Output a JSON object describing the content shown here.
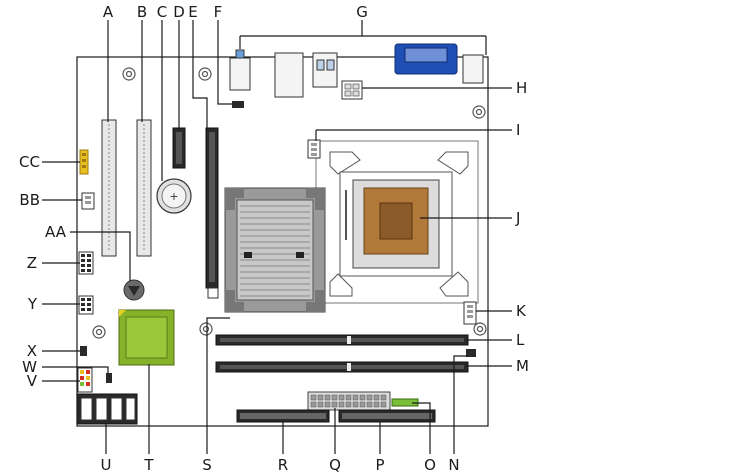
{
  "labels": {
    "A": "A",
    "B": "B",
    "C": "C",
    "D": "D",
    "E": "E",
    "F": "F",
    "G": "G",
    "H": "H",
    "I": "I",
    "J": "J",
    "K": "K",
    "L": "L",
    "M": "M",
    "N": "N",
    "O": "O",
    "P": "P",
    "Q": "Q",
    "R": "R",
    "S": "S",
    "T": "T",
    "U": "U",
    "V": "V",
    "W": "W",
    "X": "X",
    "Y": "Y",
    "Z": "Z",
    "AA": "AA",
    "BB": "BB",
    "CC": "CC"
  },
  "colors": {
    "board_outline": "#1a1a1a",
    "slot_fill": "#e8e8e8",
    "heatsink_fill": "#bcbcbc",
    "cpu_socket": "#b27a3a",
    "chipset": "#86b22a",
    "connector_blue": "#1f4fb5",
    "header_yellow": "#e8c020",
    "header_red": "#d83020",
    "header_green": "#7abf3a"
  }
}
